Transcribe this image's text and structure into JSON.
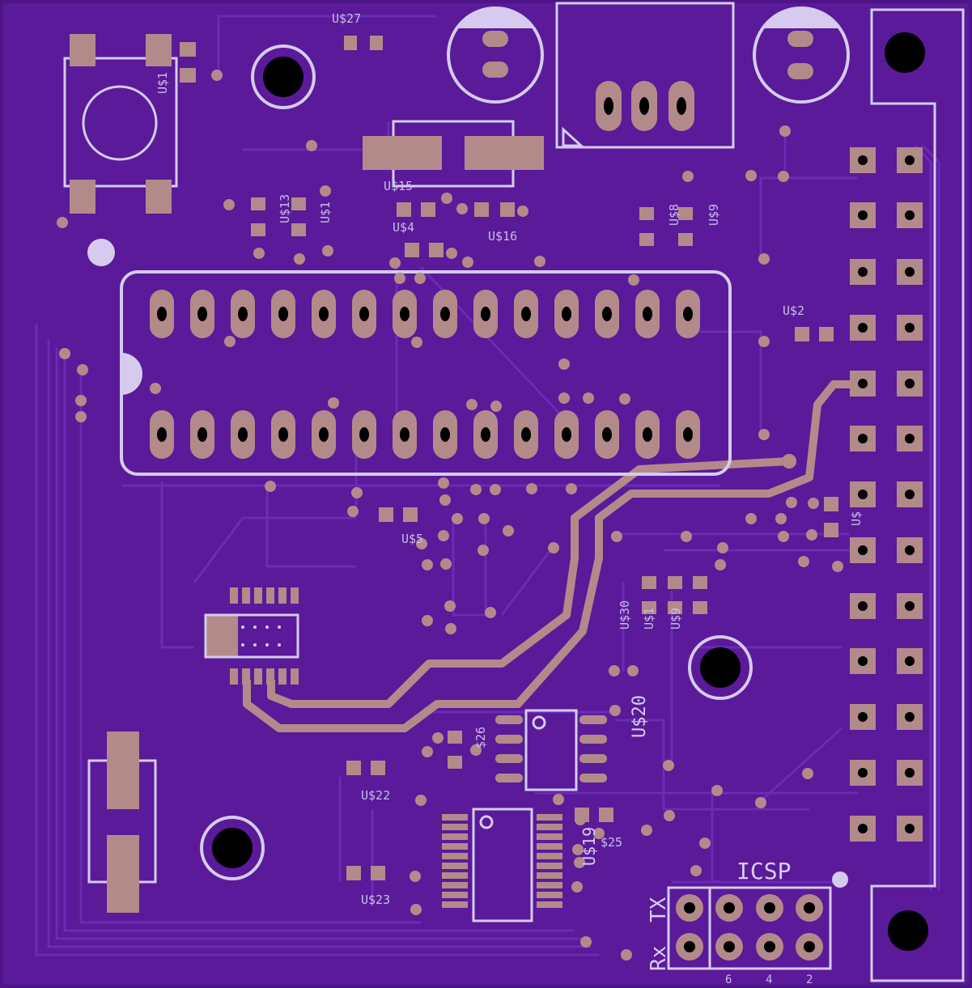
{
  "board": {
    "colors": {
      "substrate": "#5a1a99",
      "trace": "#6b2bb5",
      "copper": "#b38a8a",
      "silkscreen": "#d6cbee",
      "hole": "#000000"
    }
  },
  "labels": {
    "u1": "U$1",
    "u27": "U$27",
    "u13": "U$13",
    "u14": "U$1",
    "u15": "U$15",
    "u4": "U$4",
    "u16": "U$16",
    "u8": "U$8",
    "u9": "U$9",
    "u2": "U$2",
    "u5": "U$5",
    "u6": "U$",
    "u30": "U$30",
    "u31": "U$1",
    "u29": "U$9",
    "u20": "U$20",
    "u26": "$26",
    "u22": "U$22",
    "u19": "U$19",
    "u25": "$25",
    "u23": "U$23",
    "icsp": "ICSP",
    "rx": "Rx",
    "tx": "TX",
    "pin6": "6",
    "pin4": "4",
    "pin2": "2"
  }
}
